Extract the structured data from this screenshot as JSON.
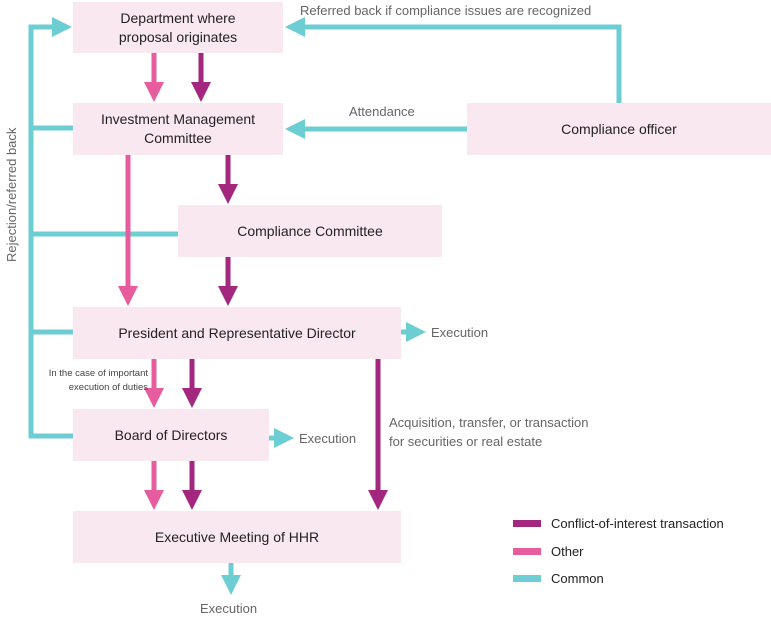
{
  "colors": {
    "conflict": "#a3277e",
    "other": "#e65c9c",
    "common": "#6ccdd3",
    "box": "#f9e8ef"
  },
  "boxes": {
    "department": "Department where\nproposal originates",
    "investment": "Investment Management\nCommittee",
    "compliance_officer": "Compliance officer",
    "compliance_committee": "Compliance Committee",
    "president": "President and Representative Director",
    "board": "Board of Directors",
    "executive": "Executive Meeting of HHR"
  },
  "labels": {
    "referred_back": "Referred back if compliance issues are recognized",
    "attendance": "Attendance",
    "rejection": "Rejection/referred back",
    "execution_president": "Execution",
    "execution_board": "Execution",
    "execution_executive": "Execution",
    "important_case": "In the case of important\nexecution of duties",
    "acquisition": "Acquisition, transfer, or transaction\nfor securities or real estate"
  },
  "legend": [
    {
      "label": "Conflict-of-interest transaction",
      "color": "#a3277e"
    },
    {
      "label": "Other",
      "color": "#e65c9c"
    },
    {
      "label": "Common",
      "color": "#6ccdd3"
    }
  ]
}
